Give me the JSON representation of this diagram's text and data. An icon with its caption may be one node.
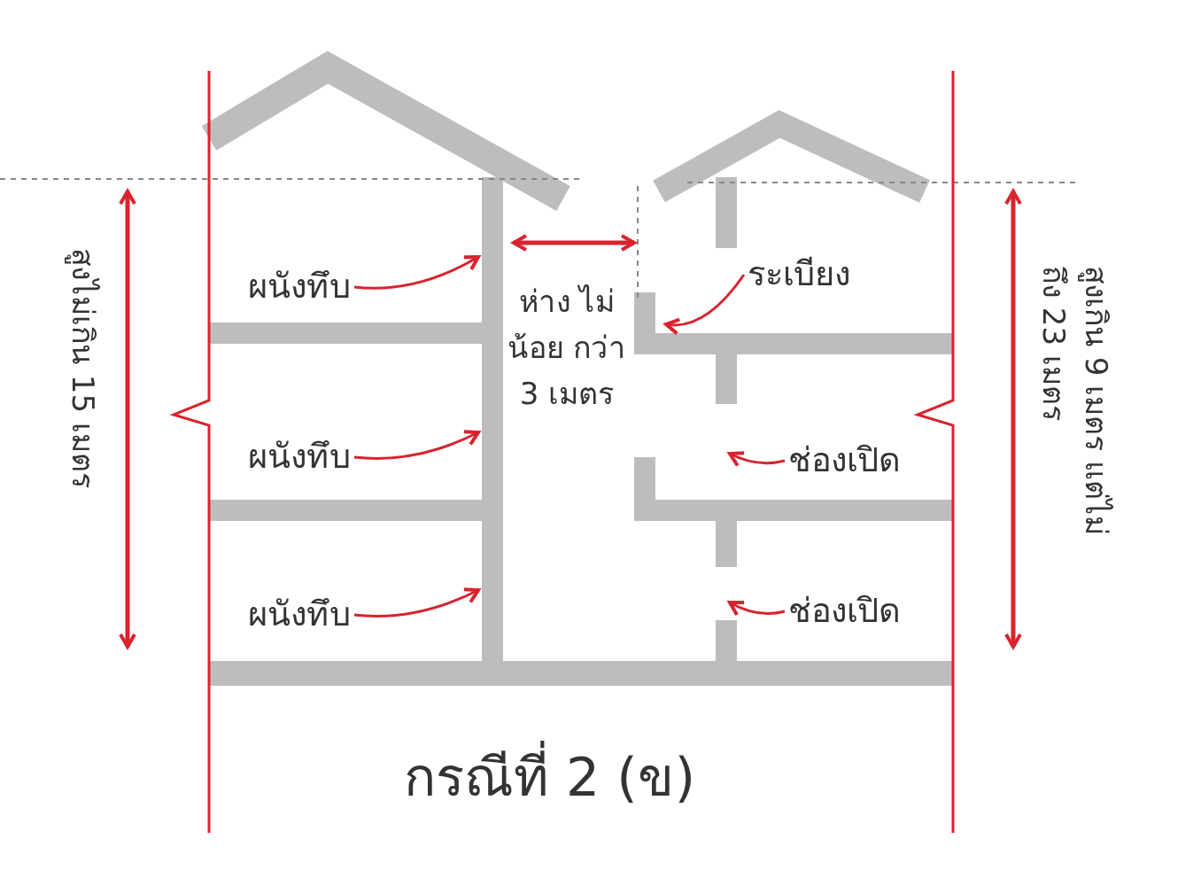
{
  "diagram": {
    "caption": "กรณีที่ 2 (ข)",
    "nodes": [
      {
        "text": [
          "ผนังทึบ"
        ]
      },
      {
        "text": [
          "ผนังทึบ"
        ]
      },
      {
        "text": [
          "ผนังทึบ"
        ]
      },
      {
        "text": [
          "ระเบียง"
        ]
      },
      {
        "text": [
          "ช่องเปิด"
        ]
      },
      {
        "text": [
          "ช่องเปิด"
        ]
      }
    ],
    "edges": [
      {
        "from": 0,
        "to": null,
        "arrow": "to"
      },
      {
        "from": 1,
        "to": null,
        "arrow": "to"
      },
      {
        "from": 2,
        "to": null,
        "arrow": "to"
      },
      {
        "from": 3,
        "to": null,
        "arrow": "to"
      },
      {
        "from": 4,
        "to": null,
        "arrow": "to"
      },
      {
        "from": 5,
        "to": null,
        "arrow": "to"
      }
    ],
    "labels": [
      "สูงไม่เกิน 15 เมตร",
      "ห่าง ไม่น้อย กว่า 3 เมตร",
      "สูงเกิน 9 เมตร แต่ไม่ถึง 23 เมตร"
    ]
  }
}
